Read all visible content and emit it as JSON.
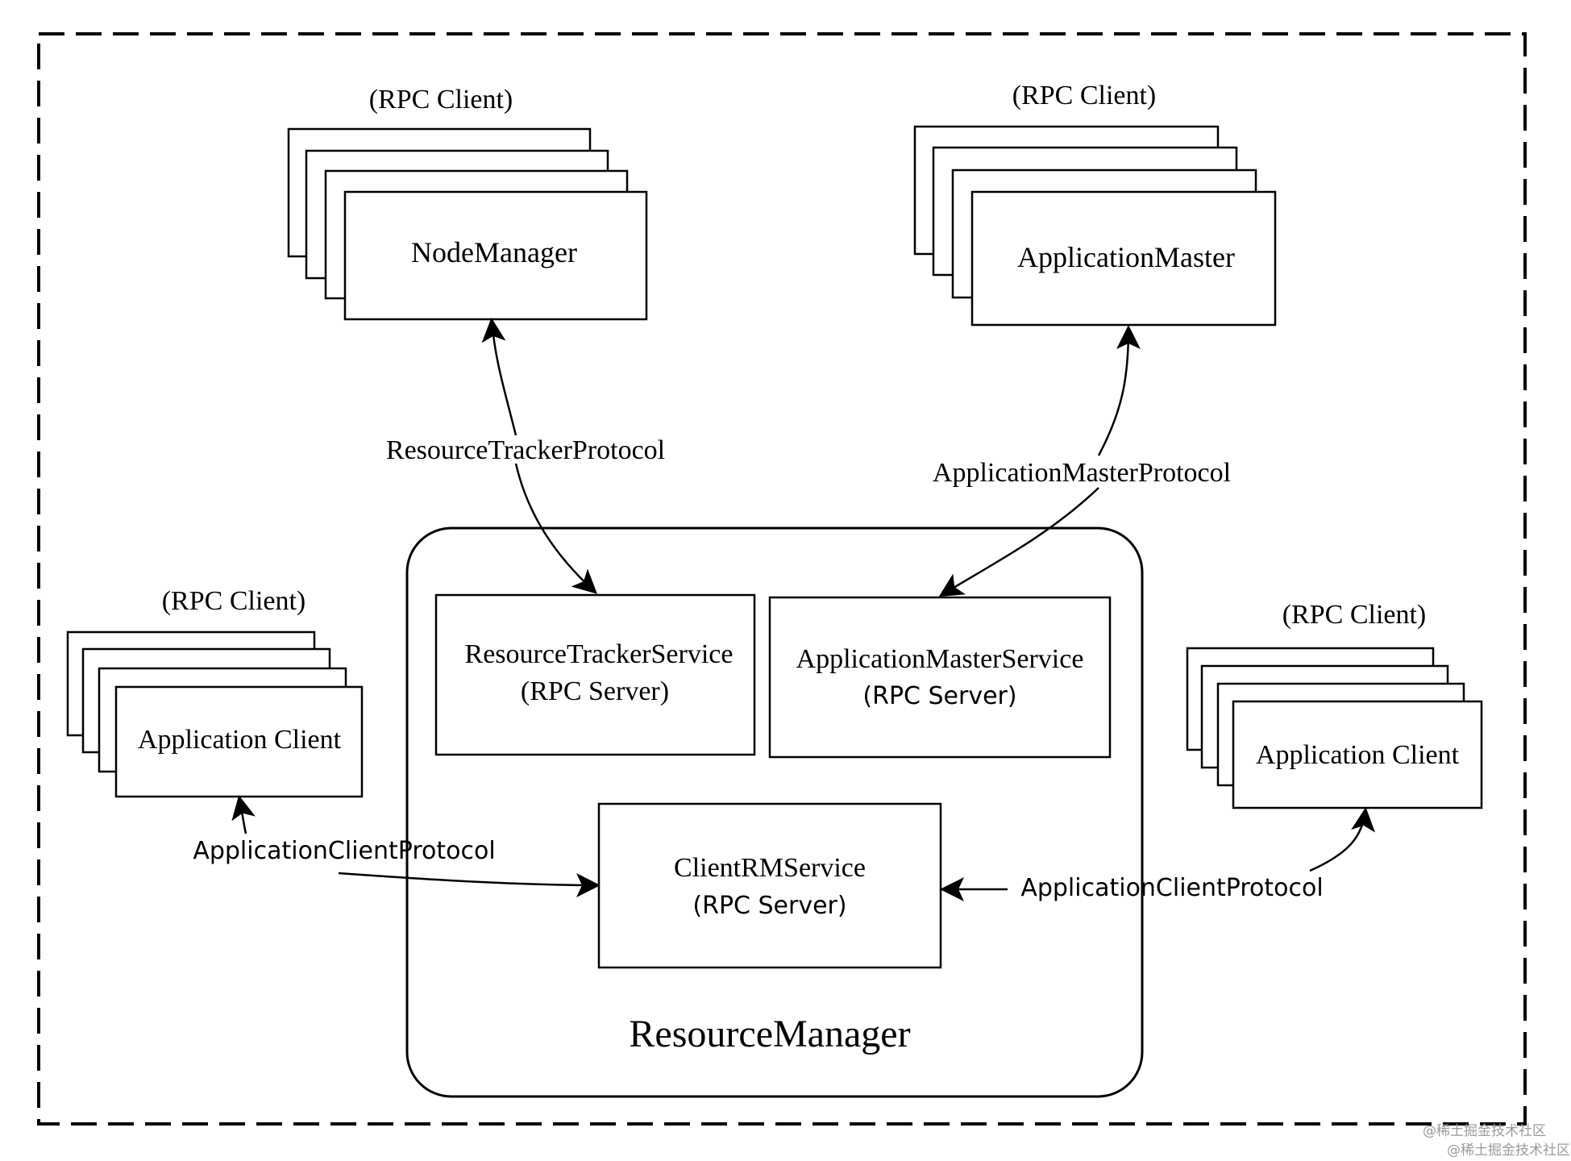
{
  "rpc_client_label": "(RPC Client)",
  "clients": {
    "node_manager": {
      "label": "NodeManager"
    },
    "application_master": {
      "label": "ApplicationMaster"
    },
    "application_client_left": {
      "label": "Application Client"
    },
    "application_client_right": {
      "label": "Application Client"
    }
  },
  "resource_manager": {
    "title": "ResourceManager",
    "services": {
      "resource_tracker": {
        "name": "ResourceTrackerService",
        "role": "(RPC Server)"
      },
      "application_master": {
        "name": "ApplicationMasterService",
        "role": "(RPC Server)"
      },
      "client_rm": {
        "name": "ClientRMService",
        "role": "(RPC Server)"
      }
    }
  },
  "protocols": {
    "resource_tracker": "ResourceTrackerProtocol",
    "application_master": "ApplicationMasterProtocol",
    "application_client_left": "ApplicationClientProtocol",
    "application_client_right": "ApplicationClientProtocol"
  },
  "watermark": [
    "@稀土掘金技术社区",
    "@稀土掘金技术社区"
  ]
}
